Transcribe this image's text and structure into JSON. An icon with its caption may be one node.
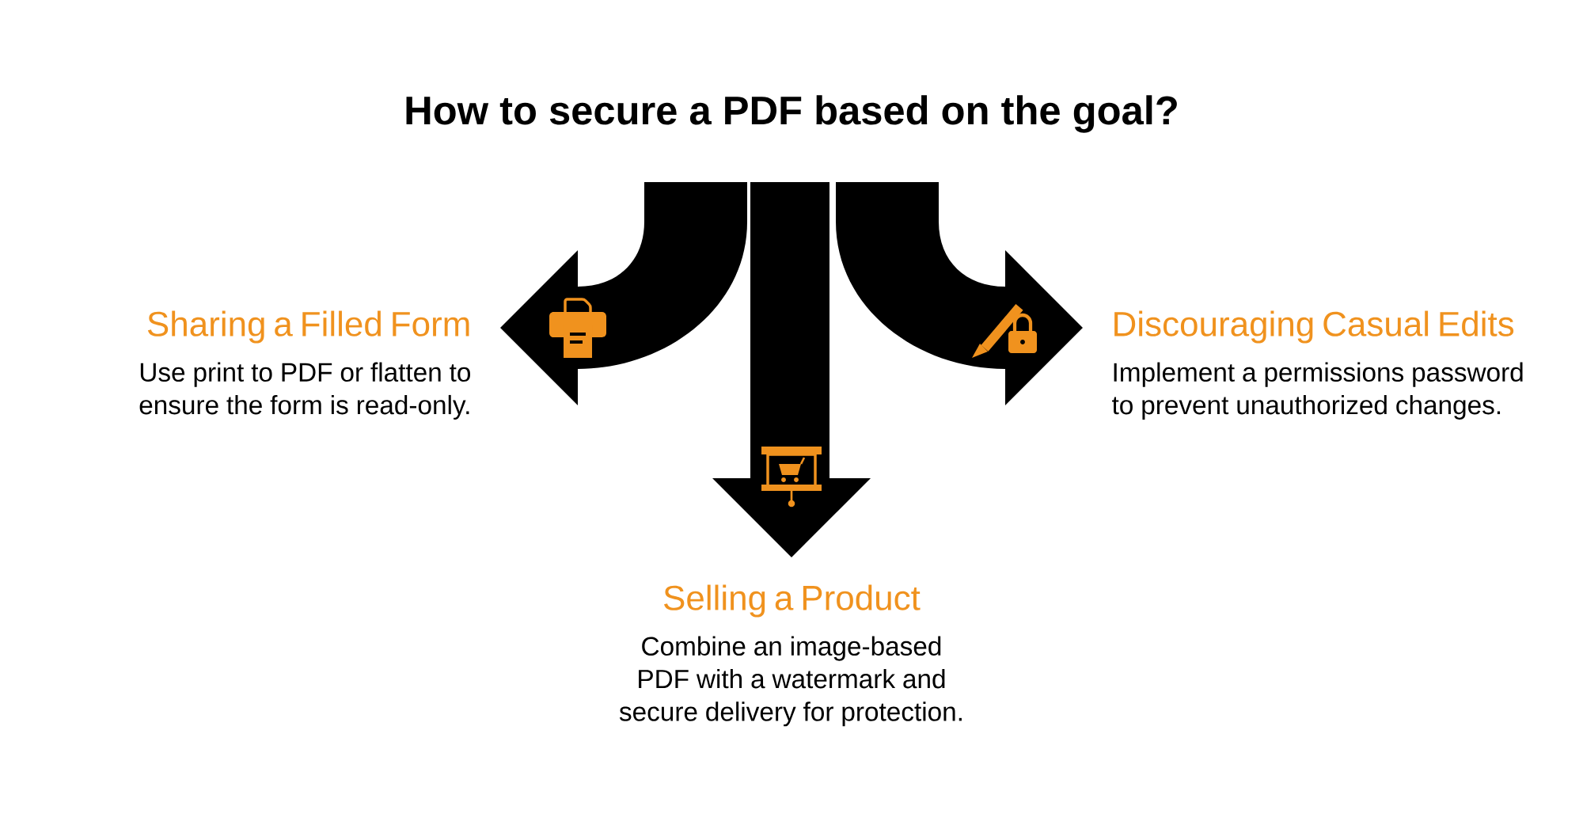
{
  "diagram": {
    "title": "How to secure a PDF based on the goal?",
    "nodes": [
      {
        "text": [
          "Sharing a Filled Form",
          "Use print to PDF or flatten to ensure the form is read-only."
        ]
      },
      {
        "text": [
          "Discouraging Casual Edits",
          "Implement a permissions password to prevent unauthorized changes."
        ]
      },
      {
        "text": [
          "Selling a Product",
          "Combine an image-based PDF with a watermark and secure delivery for protection."
        ]
      }
    ],
    "edges": [
      {
        "from": null,
        "to": 0,
        "arrow": "to"
      },
      {
        "from": null,
        "to": 2,
        "arrow": "to"
      },
      {
        "from": null,
        "to": 1,
        "arrow": "to"
      }
    ]
  }
}
